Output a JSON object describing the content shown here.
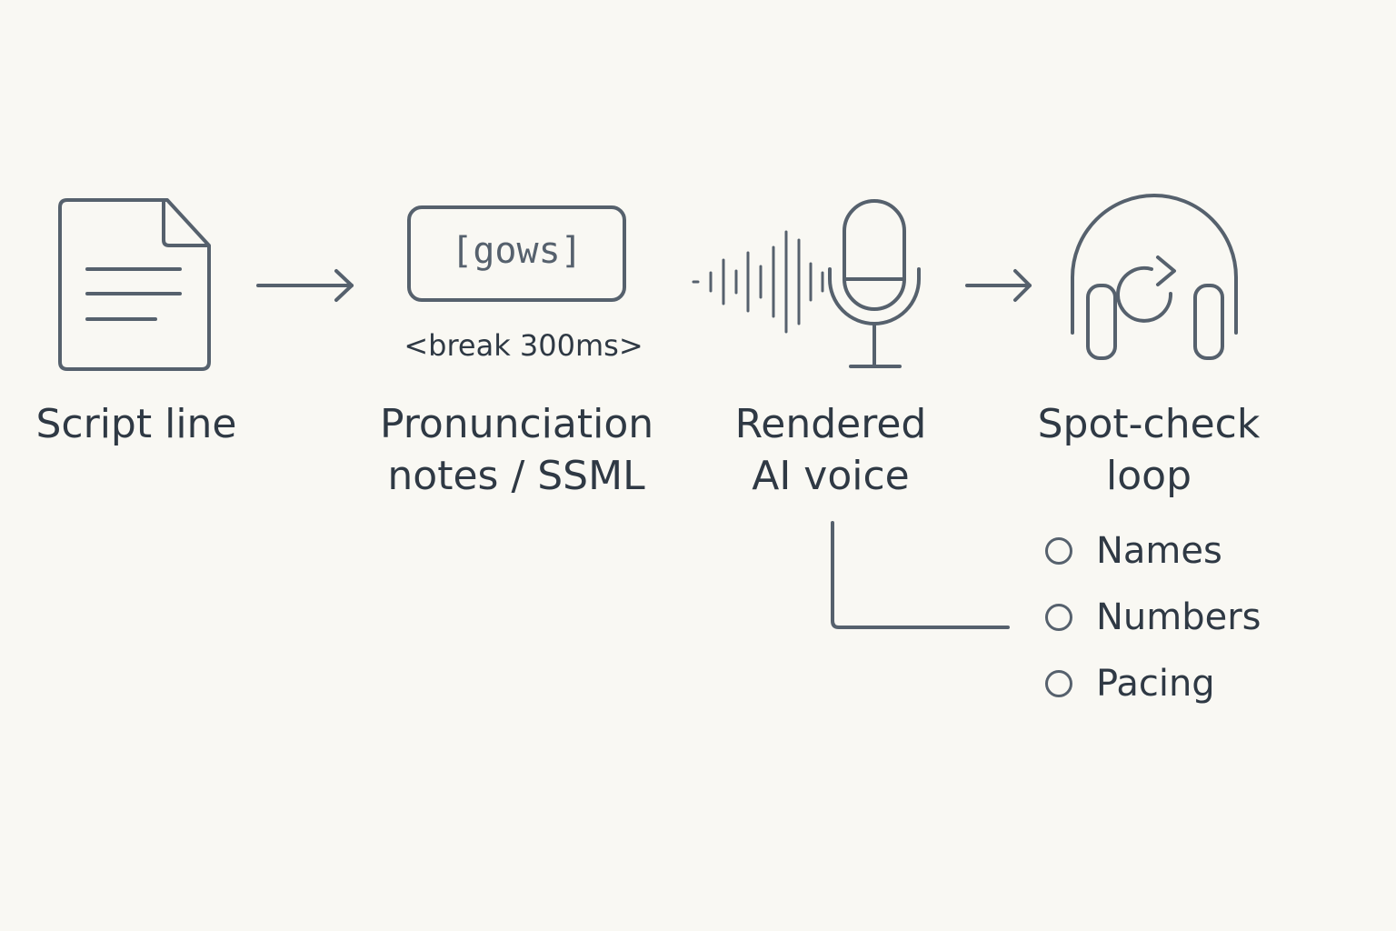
{
  "steps": [
    {
      "label_line1": "Script line",
      "label_line2": ""
    },
    {
      "label_line1": "Pronunciation",
      "label_line2": "notes / SSML"
    },
    {
      "label_line1": "Rendered",
      "label_line2": "AI voice"
    },
    {
      "label_line1": "Spot-check",
      "label_line2": "loop"
    }
  ],
  "pronunciation": {
    "box_text": "[gows]",
    "tag_text": "<break 300ms>"
  },
  "checklist": [
    {
      "label": "Names"
    },
    {
      "label": "Numbers"
    },
    {
      "label": "Pacing"
    }
  ],
  "icons": {
    "step1": "document-icon",
    "step3": "microphone-icon",
    "step4": "headphones-icon"
  },
  "colors": {
    "background": "#f9f8f3",
    "stroke": "#56616d",
    "text": "#2f3944"
  }
}
